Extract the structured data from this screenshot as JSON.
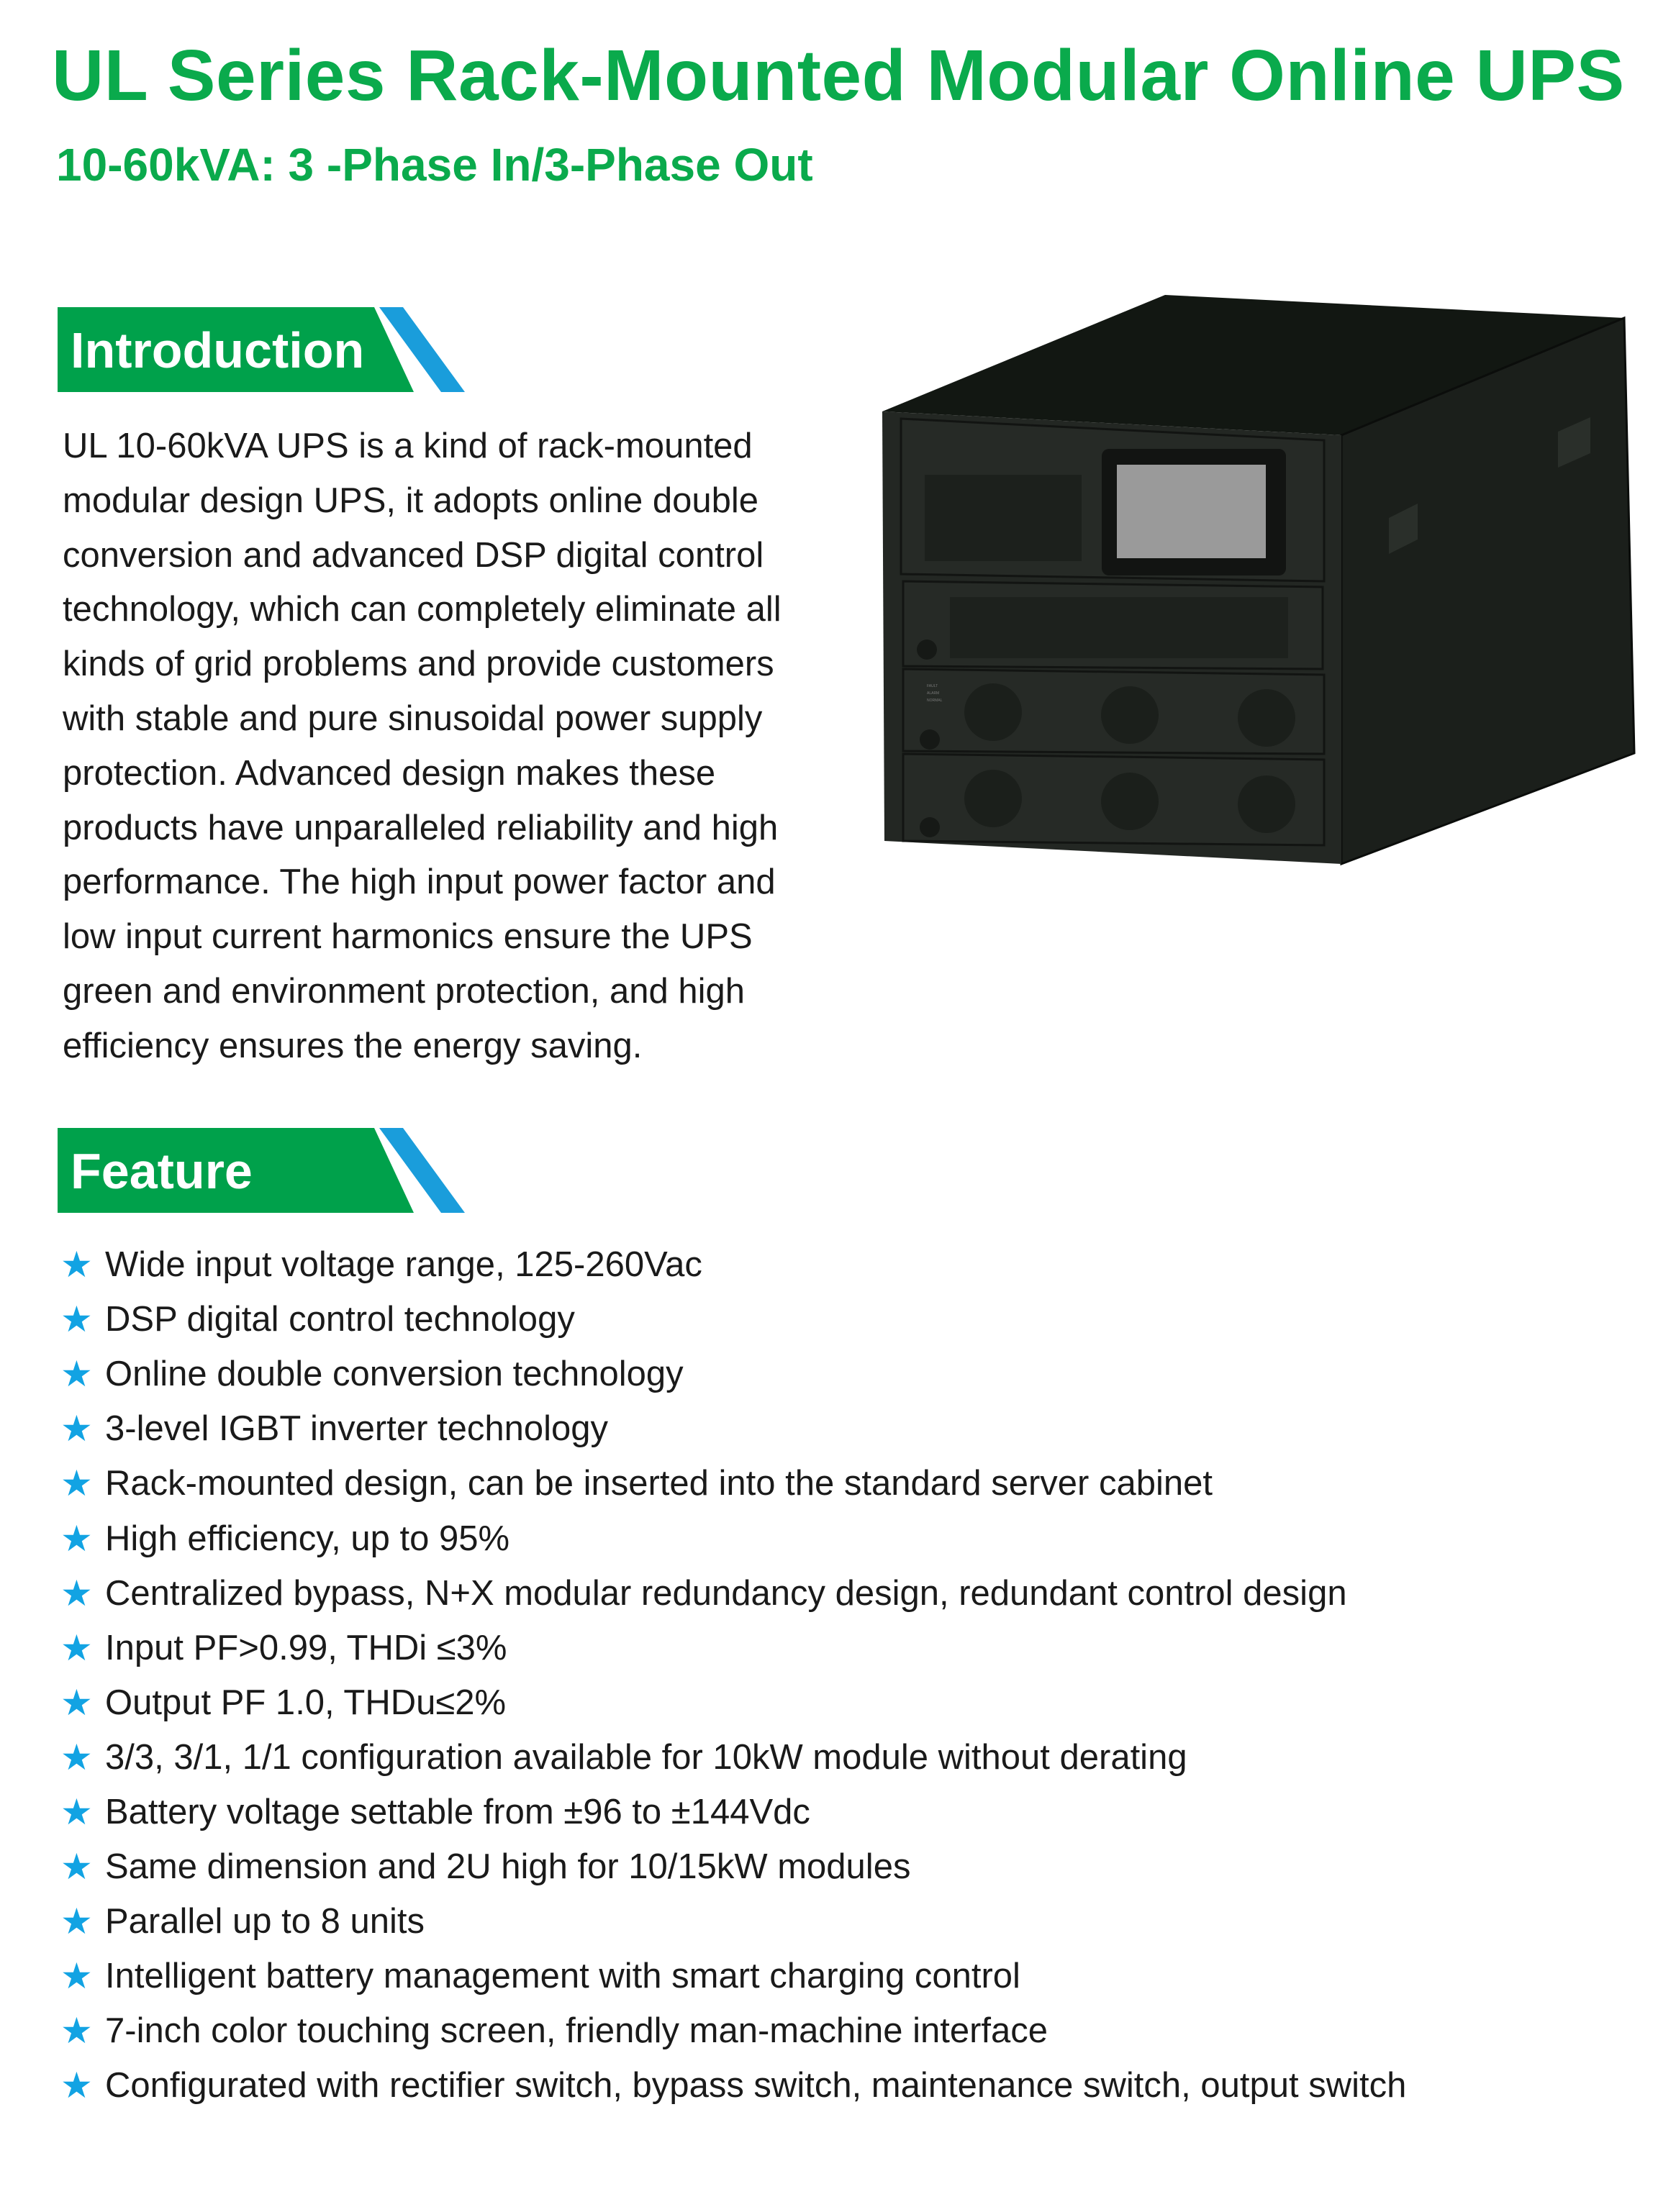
{
  "header": {
    "title": "UL Series Rack-Mounted Modular Online UPS",
    "subtitle": "10-60kVA:  3 -Phase In/3-Phase Out"
  },
  "colors": {
    "title_green": "#0aaa4c",
    "banner_green": "#00a14b",
    "banner_blue": "#1a9ddb",
    "star_blue": "#12a3e3"
  },
  "introduction": {
    "heading": "Introduction",
    "lines": [
      "UL 10-60kVA UPS is a kind of rack-mounted",
      "modular design UPS, it adopts online double",
      "conversion and advanced DSP digital control",
      "technology, which can completely eliminate all",
      "kinds of grid problems and provide customers",
      "with stable and pure sinusoidal power supply",
      "protection. Advanced design makes these",
      "products have unparalleled reliability and high",
      "performance. The high input power factor and",
      "low input current harmonics ensure the UPS",
      "green and environment protection, and high",
      "efficiency ensures the energy saving."
    ]
  },
  "product_image": {
    "indicator_labels": [
      "FAULT",
      "ALARM",
      "NORMAL"
    ]
  },
  "feature": {
    "heading": "Feature",
    "star_icon": "★",
    "items": [
      "Wide input voltage range, 125-260Vac",
      "DSP digital control technology",
      "Online double conversion technology",
      "3-level IGBT inverter technology",
      "Rack-mounted design, can be inserted into the standard server cabinet",
      "High efficiency, up to 95%",
      "Centralized bypass, N+X modular redundancy design, redundant control design",
      "Input PF>0.99, THDi ≤3%",
      "Output PF 1.0, THDu≤2%",
      "3/3, 3/1, 1/1 configuration available for 10kW module without derating",
      "Battery voltage settable from ±96 to ±144Vdc",
      "Same dimension and 2U high for 10/15kW modules",
      "Parallel up to 8 units",
      "Intelligent battery management with smart charging control",
      "7-inch color touching screen, friendly man-machine interface",
      "Configurated with rectifier switch, bypass switch, maintenance switch, output switch"
    ]
  }
}
